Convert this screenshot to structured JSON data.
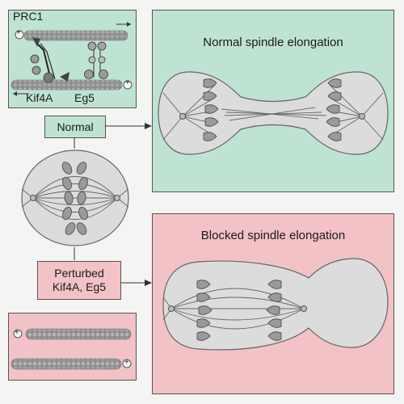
{
  "molecules": {
    "prc1": "PRC1",
    "kif4a": "Kif4A",
    "eg5": "Eg5"
  },
  "labels": {
    "normal": "Normal",
    "perturbed_line1": "Perturbed",
    "perturbed_line2": "Kif4A, Eg5"
  },
  "panels": {
    "normal_title": "Normal spindle elongation",
    "blocked_title": "Blocked spindle elongation"
  },
  "symbols": {
    "plus": "+"
  },
  "colors": {
    "green_panel": "#bfe3d3",
    "pink_panel": "#f2c2c7",
    "background": "#f4f4f2",
    "cell_fill": "#dcdcdc",
    "outline": "#555555"
  }
}
